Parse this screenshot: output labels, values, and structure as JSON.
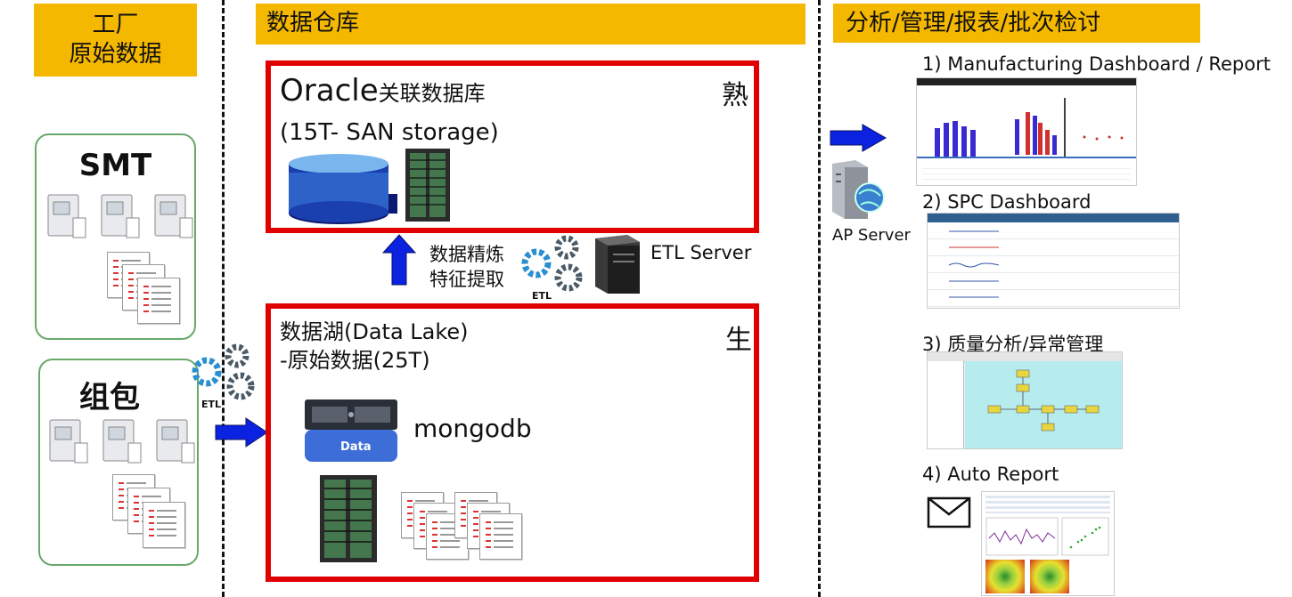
{
  "headers": {
    "factory": [
      "工厂",
      "原始数据"
    ],
    "warehouse": "数据仓库",
    "analysis": "分析/管理/报表/批次检讨"
  },
  "sources": {
    "smt": "SMT",
    "pack": "组包"
  },
  "etl_small_label": "ETL",
  "oracle": {
    "title_latin": "Oracle",
    "title_cjk": "关联数据库",
    "storage": "(15T- SAN storage)",
    "tag": "熟"
  },
  "refine": {
    "line1": "数据精炼",
    "line2": "特征提取",
    "etl_label": "ETL",
    "server": "ETL Server"
  },
  "lake": {
    "line1": "数据湖(Data Lake)",
    "line2": "-原始数据(25T)",
    "tag": "生",
    "data_label": "Data",
    "db_name": "mongodb"
  },
  "ap_server": "AP Server",
  "outputs": [
    "1) Manufacturing Dashboard / Report",
    "2) SPC Dashboard",
    "3) 质量分析/异常管理",
    "4) Auto Report"
  ],
  "colors": {
    "header_bg": "#f5b800",
    "red_frame": "#e00000",
    "arrow_blue": "#0b22e0",
    "panel_border": "#6aa86a",
    "gear_blue": "#2a8fd0",
    "gear_gray": "#4a5a66"
  }
}
